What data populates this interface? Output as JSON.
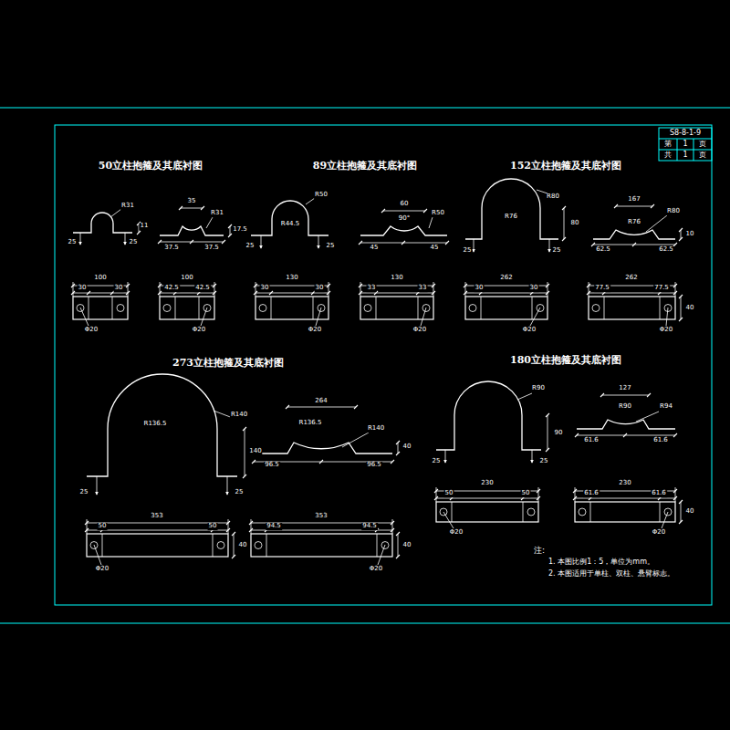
{
  "diagram": {
    "labels": [
      "S8-8-1-9",
      "第",
      "1",
      "页",
      "共",
      "1",
      "页",
      "50立柱抱箍及其底衬图",
      "R31",
      "11",
      "25",
      "25",
      "35",
      "R31",
      "17.5",
      "37.5",
      "37.5",
      "100",
      "30",
      "30",
      "Φ20",
      "100",
      "42.5",
      "42.5",
      "Φ20",
      "89立柱抱箍及其底衬图",
      "R50",
      "R44.5",
      "25",
      "25",
      "60",
      "90°",
      "R50",
      "45",
      "45",
      "130",
      "30",
      "30",
      "Φ20",
      "130",
      "33",
      "33",
      "Φ20",
      "152立柱抱箍及其底衬图",
      "R80",
      "R76",
      "80",
      "25",
      "25",
      "167",
      "R76",
      "R80",
      "62.5",
      "62.5",
      "10",
      "262",
      "30",
      "30",
      "Φ20",
      "262",
      "77.5",
      "77.5",
      "Φ20",
      "40",
      "273立柱抱箍及其底衬图",
      "R136.5",
      "R140",
      "140",
      "25",
      "25",
      "264",
      "R136.5",
      "R140",
      "96.5",
      "96.5",
      "40",
      "353",
      "50",
      "50",
      "Φ20",
      "40",
      "353",
      "94.5",
      "94.5",
      "Φ20",
      "40",
      "180立柱抱箍及其底衬图",
      "R90",
      "90",
      "25",
      "25",
      "127",
      "R90",
      "R94",
      "61.6",
      "61.6",
      "230",
      "50",
      "50",
      "Φ20",
      "230",
      "61.6",
      "61.6",
      "Φ20",
      "40",
      "注:",
      "1. 本图比例1：5，单位为mm。",
      "2. 本图适用于单柱、双柱、悬臂标志。"
    ]
  }
}
